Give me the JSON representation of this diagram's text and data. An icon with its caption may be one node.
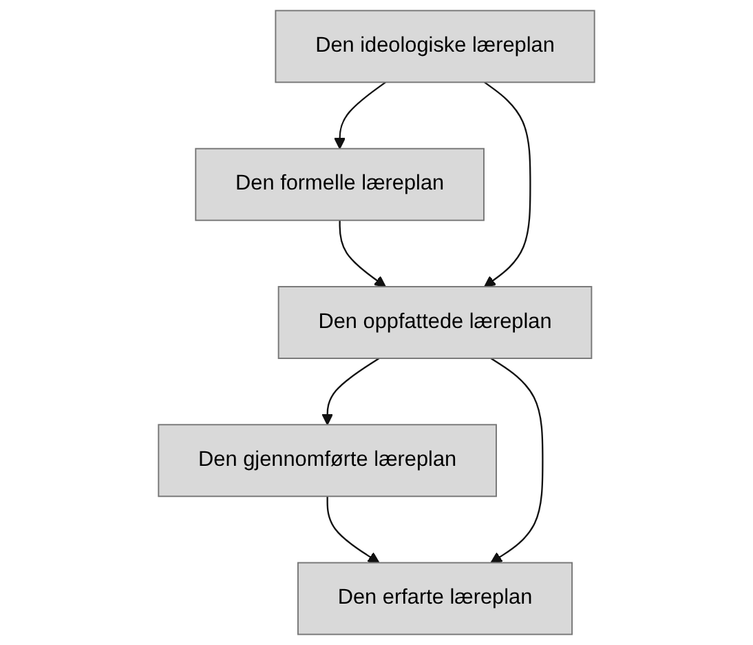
{
  "diagram": {
    "nodes": [
      {
        "text": [
          "Den ideologiske læreplan"
        ]
      },
      {
        "text": [
          "Den formelle læreplan"
        ]
      },
      {
        "text": [
          "Den oppfattede læreplan"
        ]
      },
      {
        "text": [
          "Den gjennomførte læreplan"
        ]
      },
      {
        "text": [
          "Den erfarte læreplan"
        ]
      }
    ],
    "edges": [
      {
        "from": 0,
        "to": 1,
        "arrow": "to"
      },
      {
        "from": 1,
        "to": 2,
        "arrow": "to"
      },
      {
        "from": 0,
        "to": 2,
        "arrow": "to"
      },
      {
        "from": 2,
        "to": 3,
        "arrow": "to"
      },
      {
        "from": 3,
        "to": 4,
        "arrow": "to"
      },
      {
        "from": 2,
        "to": 4,
        "arrow": "to"
      }
    ]
  }
}
